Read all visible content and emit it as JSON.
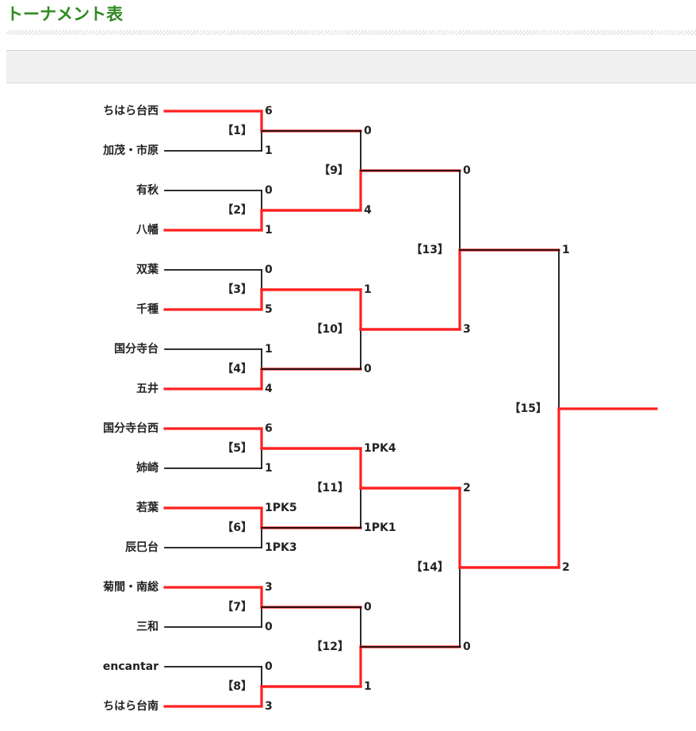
{
  "page": {
    "title": "トーナメント表"
  },
  "colors": {
    "title": "#2e8b1f",
    "winner_line": "#ff2020",
    "loser_line": "#111111",
    "header_bar": "#f0f0f0"
  },
  "teams": [
    "ちはら台西",
    "加茂・市原",
    "有秋",
    "八幡",
    "双葉",
    "千種",
    "国分寺台",
    "五井",
    "国分寺台西",
    "姉崎",
    "若葉",
    "辰巳台",
    "菊間・南総",
    "三和",
    "encantar",
    "ちはら台南"
  ],
  "round1": [
    {
      "label": "【1】",
      "scores": [
        "6",
        "1"
      ],
      "winner": 0
    },
    {
      "label": "【2】",
      "scores": [
        "0",
        "1"
      ],
      "winner": 1
    },
    {
      "label": "【3】",
      "scores": [
        "0",
        "5"
      ],
      "winner": 1
    },
    {
      "label": "【4】",
      "scores": [
        "1",
        "4"
      ],
      "winner": 1
    },
    {
      "label": "【5】",
      "scores": [
        "6",
        "1"
      ],
      "winner": 0
    },
    {
      "label": "【6】",
      "scores": [
        "1PK5",
        "1PK3"
      ],
      "winner": 0
    },
    {
      "label": "【7】",
      "scores": [
        "3",
        "0"
      ],
      "winner": 0
    },
    {
      "label": "【8】",
      "scores": [
        "0",
        "3"
      ],
      "winner": 1
    }
  ],
  "round2": [
    {
      "label": "【9】",
      "scores": [
        "0",
        "4"
      ],
      "winner": 1
    },
    {
      "label": "【10】",
      "scores": [
        "1",
        "0"
      ],
      "winner": 0
    },
    {
      "label": "【11】",
      "scores": [
        "1PK4",
        "1PK1"
      ],
      "winner": 0
    },
    {
      "label": "【12】",
      "scores": [
        "0",
        "1"
      ],
      "winner": 1
    }
  ],
  "semifinal": [
    {
      "label": "【13】",
      "scores": [
        "0",
        "3"
      ],
      "winner": 1
    },
    {
      "label": "【14】",
      "scores": [
        "2",
        "0"
      ],
      "winner": 0
    }
  ],
  "final": {
    "label": "【15】",
    "scores": [
      "1",
      "2"
    ],
    "winner": 1
  }
}
